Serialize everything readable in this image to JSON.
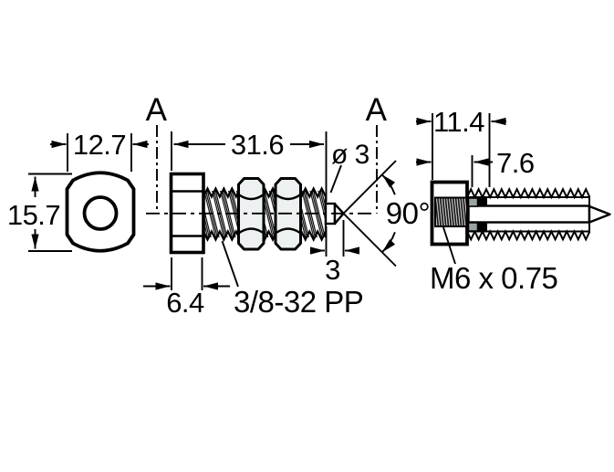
{
  "colors": {
    "background": "#ffffff",
    "line": "#000000",
    "nut_fill": "#edf1f1",
    "spacer_fill": "#9aa4a4"
  },
  "front_view": {
    "width": "12.7",
    "height": "15.7"
  },
  "side_view": {
    "section_label_left": "A",
    "section_label_right": "A",
    "length": "31.6",
    "head_width": "6.4",
    "thread_spec": "3/8-32 PP",
    "tip_diameter": "ø 3",
    "tip_length": "3",
    "cone_angle": "90°"
  },
  "section_view": {
    "overall_width": "11.4",
    "thread_depth": "7.6",
    "thread_spec": "M6 x 0.75"
  }
}
